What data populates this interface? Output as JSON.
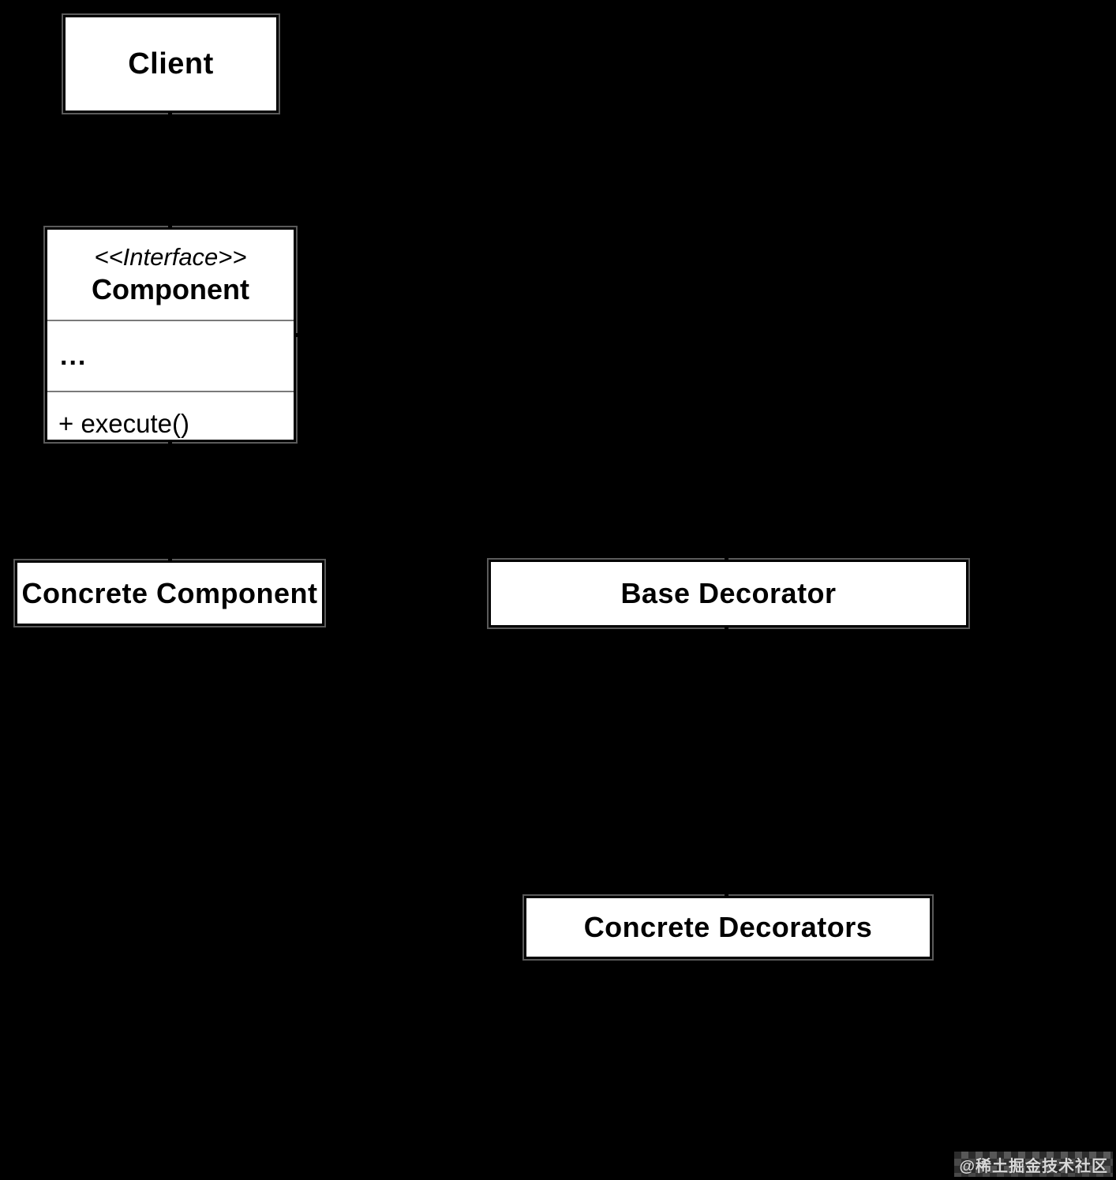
{
  "diagram": {
    "kind": "uml-class-diagram",
    "pattern": "Decorator",
    "background_color": "#000000",
    "box_fill_color": "#ffffff",
    "box_text_color": "#000000",
    "box_outline_color": "#5a5a5a",
    "compartment_divider_color": "#7a7a7a",
    "connector_color": "#000000"
  },
  "boxes": {
    "client": {
      "label": "Client"
    },
    "component": {
      "stereotype": "<<Interface>>",
      "name": "Component",
      "fields": "...",
      "methods": "+ execute()"
    },
    "concrete_component": {
      "label": "Concrete Component"
    },
    "base_decorator": {
      "label": "Base Decorator"
    },
    "concrete_decorators": {
      "label": "Concrete Decorators"
    }
  },
  "watermark": {
    "text": "@稀土掘金技术社区",
    "text_color": "#d9d9d9"
  }
}
